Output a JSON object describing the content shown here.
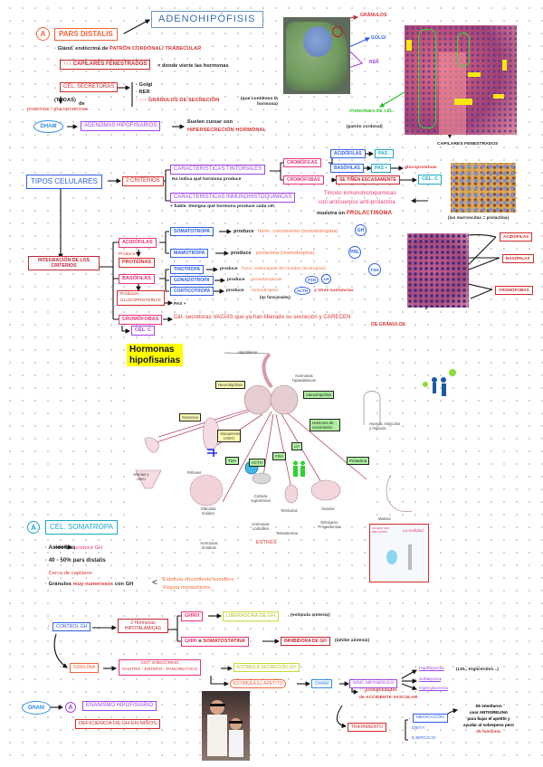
{
  "colors": {
    "red": "#d32a2a",
    "orange": "#f0643c",
    "blue": "#2f5fe8",
    "purple": "#a044e6",
    "pink": "#e8337a",
    "cyan": "#19a9c9",
    "lime": "#c8d93a",
    "green": "#20c020"
  },
  "section1": {
    "marker": "A",
    "pars_distalis": "PARS DISTALIS",
    "title": "ADENOHIPÓFISIS",
    "bullet1_prefix": "Glánd. endocrina de",
    "bullet1_highlight": "PATRÓN CORDONAL/ TRABECULAR",
    "capilares": "↑↑↑ CAPILARES FENESTRADOS",
    "capilares_note": "donde vierte las hormonas",
    "cel_secretoras": "CÉL. SECRETORAS",
    "todas": "(TODAS)",
    "de": "de",
    "proteinas": "proteínas / glucoproteínas",
    "organelles": [
      "Golgi",
      "RER",
      "↑↑↑ GRÁNULOS DE SECRECIÓN"
    ],
    "granulos_note": "(que contienen la hormona)",
    "dham": "DHAM",
    "adenomas": "ADENOMAS HIPOFISIARIOS",
    "adenomas_note1": "Suelen cursar con",
    "adenomas_note2": "HIPERSECRECIÓN HORMONAL",
    "em_labels": {
      "granulos": "GRÁNULOS",
      "golgi": "GOLGI",
      "rer": "RER"
    },
    "histo_labels": {
      "cordones": "CORDONES DE CÉL.",
      "patron": "(patrón cordonal)",
      "capilares": "CAPILARES FENESTRADOS"
    }
  },
  "section2": {
    "tipos": "TIPOS CELULARES",
    "criterios": "2 CRITERIOS",
    "tintoriales": "CARACTERÍSTICAS TINTORIALES",
    "tintoriales_note": "No indica qué hormona produce",
    "inmuno": "CARACTERÍSTICAS INMUNOHISTOQUÍMICAS",
    "inmuno_note": "+ fiable. Designa qué hormona produce cada cél.",
    "cromofilas": "CROMÓFILAS",
    "cromofobas": "CROMÓFOBAS",
    "acidofilas": "ACIDÓFILAS",
    "basofilas": "BASÓFILAS",
    "pas_neg": "PAS -",
    "pas_pos": "PAS +",
    "glucoproteinas": "glucoproteínas",
    "se_tinen": "SE TIÑEN ESCASAMENTE",
    "cel_c": "CÉL. C",
    "tincion1": "Tinción inmunohistoquímicas",
    "tincion2": "con anticuerpos anti-prolactina",
    "tincion3_prefix": "muestra un",
    "tincion3_highlight": "PROLACTINOMA",
    "prl_caption": "(las marroncitas = prolactina)"
  },
  "section3": {
    "integracion": "INTEGRACIÓN DE LOS CRITERIOS",
    "acidofilas": "ACIDÓFILAS",
    "producen_proteinas_label": "Producen",
    "proteinas": "PROTEÍNAS",
    "basofilas": "BASÓFILAS",
    "producen_gluco_label": "Producen",
    "glucoproteinas": "GLUCOPROTEÍNAS",
    "pas_plus": "PAS +",
    "cromofobas": "CROMÓFOBAS",
    "cel_c": "CÉL. C",
    "cromofobas_note1": "Cél. secretoras VACÍAS que ya han liberado su secreción y CARECEN",
    "cromofobas_note2": "DE GRÁNULOS",
    "cells": [
      {
        "name": "SOMATOTROPA",
        "produce": "produce",
        "hormone": "horm. crecimiento (somatotropina)",
        "badge": "GH"
      },
      {
        "name": "MAMOTROPA",
        "produce": "produce",
        "hormone": "prolactina (mamotropina)",
        "badge": "PRL"
      },
      {
        "name": "TIROTROPA",
        "produce": "produce",
        "hormone": "horm. estimulante del tiroides (tirotropina)",
        "badge": "TSH"
      },
      {
        "name": "GONADOTROPA",
        "produce": "produce",
        "hormone": "gonadotropinas",
        "badge": "FSH",
        "badge2": "LH"
      },
      {
        "name": "CORTICOTROPA",
        "produce": "produce",
        "hormone": "corticotropina",
        "badge": "ACTH",
        "extra": "y otras sustancias",
        "extra2": "(no funcionales)"
      }
    ],
    "histo_labels": [
      "ACIDÓFILAS",
      "BASÓFILAS",
      "CROMÓFOBAS"
    ]
  },
  "diagram": {
    "title_line1": "Hormonas",
    "title_line2": "hipofisarias",
    "hipotalamo": "Hipotálamo",
    "hormonas_hipotalamicas": "Hormonas hipotalámicas",
    "neurohipofisis": "Neurohipófisis",
    "adenohipofisis": "Adenohipófisis",
    "oxitocina": "Oxitocina",
    "vasopresina": "Vasopresina (ADH)",
    "hormona_crecimiento": "Hormona de crecimiento",
    "huesos": "Huesos, músculos y órganos",
    "tsh": "TSH",
    "acth": "ACTH",
    "fsh": "FSH",
    "lh": "LH",
    "prolactina": "Prolactina",
    "mamas_utero": "Mamas y útero",
    "rinones": "Riñones",
    "glandula_tiroides": "Glándula tiroides",
    "hormonas_tiroideas": "Hormonas tiroideas",
    "corteza": "Corteza suprarrenal",
    "hormonas_corticales": "Hormonas corticales",
    "estres": "ESTRÉS",
    "testiculos": "Testículos",
    "testosterona": "Testosterona",
    "ovarios": "Ovarios",
    "estrogeno": "Estrógeno Progesterona",
    "mamas": "Mamas",
    "meme_left": "Lo que nos dan creen",
    "meme_right": "La realidad"
  },
  "section4": {
    "marker": "A",
    "title": "CÉL. SOMATROPA",
    "bullets": [
      {
        "text": "Acidófilas",
        "arrow": "→",
        "highlight": "produce GH"
      },
      {
        "text": "40 - 50% pars distalis"
      },
      {
        "text": "Cerca de capilares",
        "red": true
      },
      {
        "text": "Gránulos",
        "highlight": "muy numerosos",
        "suffix": "con GH"
      }
    ],
    "gh_effects": [
      "Estimula crecimiento somático",
      "Regula metabolismo"
    ]
  },
  "section5": {
    "control": "CONTROL GH",
    "hormonas_hipo": "2 Hormonas HIPOTALÁMICAS",
    "ghrh": "GHRH",
    "liberadora": "LIBERADORA DE GH",
    "liberadora_note": "(estimula síntesis)",
    "ghih": "GHIH",
    "o": "o",
    "somatostatina": "SOMATOSTATINA",
    "inhibidora": "INHIBIDORA DE GH",
    "inhibidora_note": "(inhibe síntesis)",
    "grelina": "GRELINA",
    "sist_endocrino1": "SIST. ENDOCRINO",
    "sist_endocrino2": "GASTRO - ENTERO - PANCREÁTICO",
    "estimula_secrecion": "ESTIMULA SECRECIÓN GH",
    "estimula_apetito": "ESTIMULA EL APETITO",
    "dham": "DHAM",
    "sind_metabolico": "SÍND. METABÓLICO",
    "metabolic": [
      "Hiperlipemia",
      "Sobrepeso",
      "Hiperglucemia"
    ],
    "hiperlipemia_note": "(LDL, triglicéridos...)",
    "accidente1": "↑↑ probabilidades",
    "accidente2": "de ACCIDENTE VASCULAR",
    "tratamiento": "TRATAMIENTO",
    "treatments": [
      "MEDICACIÓN",
      "DIETA",
      "EJERCICIO"
    ],
    "med_note": [
      "Se intentaron",
      "usar ANTIGRELINA",
      "para bajar el apetito y",
      "ayudar al sobrepeso pero",
      "no funcionó."
    ]
  },
  "section6": {
    "dham": "DHAM",
    "marker": "A",
    "enanismo": "ENANISMO HIPOFISIARIO",
    "deficiencia": "DEFICIENCIA DE GH EN NIÑOS"
  }
}
